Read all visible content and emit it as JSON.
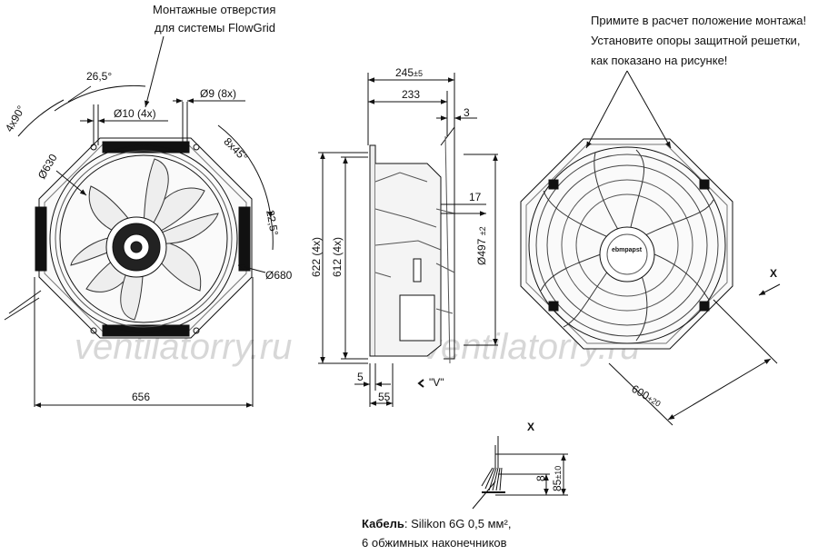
{
  "notes": {
    "mount_holes_line1": "Монтажные отверстия",
    "mount_holes_line2": "для системы FlowGrid",
    "install_line1": "Примите в расчет положение монтажа!",
    "install_line2": "Установите опоры защитной решетки,",
    "install_line3": "как показано на рисунке!",
    "cable_label": "Кабель",
    "cable_spec": ": Silikon 6G 0,5 мм²,",
    "cable_line2": "6 обжимных наконечников"
  },
  "front_view": {
    "angle_4x90": "4x90°",
    "angle_26_5": "26,5°",
    "hole_d10": "Ø10 (4x)",
    "hole_d9": "Ø9 (8x)",
    "angle_8x45": "8x45°",
    "angle_22_5": "22,5°",
    "d630": "Ø630",
    "d680": "Ø680",
    "width_656": "656"
  },
  "side_view": {
    "depth_245": "245",
    "depth_245_tol": "±5",
    "depth_233": "233",
    "dim_3": "3",
    "dim_17": "17",
    "d497": "Ø497",
    "d497_tol": "±2",
    "h622": "622 (4x)",
    "h612": "612 (4x)",
    "dim_5": "5",
    "dim_55": "55",
    "view_v": "\"V\""
  },
  "rear_view": {
    "x_marker": "X",
    "size_600": "600",
    "size_600_tol": "+20",
    "brand": "ebmpapst"
  },
  "detail_x": {
    "title": "X",
    "dim_8": "8",
    "dim_85": "85",
    "dim_85_tol": "±10"
  },
  "watermark": {
    "left": "ventilatorry.ru",
    "right": "ventilatorry.ru"
  }
}
